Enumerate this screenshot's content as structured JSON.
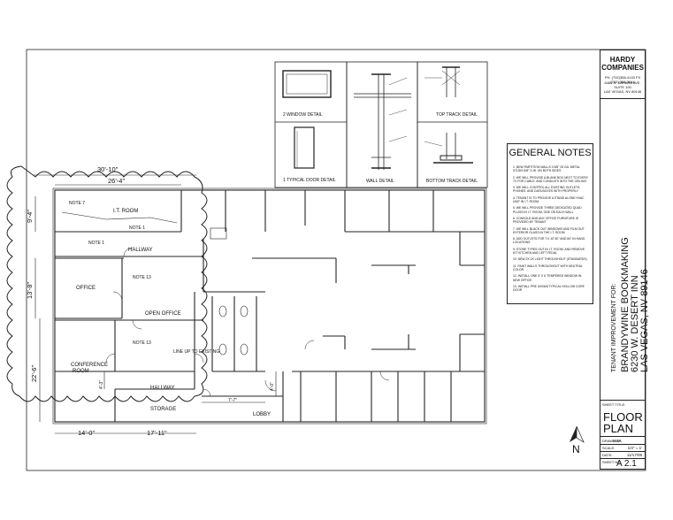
{
  "title_block": {
    "company": "HARDY COMPANIES",
    "address_lines": [
      "PH. (702)368-4143 FX (702) 368-3044",
      "6465 N. SAHARA AVE.",
      "SUITE 100",
      "LAS VEGAS, NV 89146"
    ],
    "tenant_label": "TENANT IMPROVEMENT FOR:",
    "tenant_name": "BRANDYWINE BOOKMAKING",
    "tenant_street": "6230 W. DESERT INN",
    "tenant_city": "LAS VEGAS, NV 89146",
    "sheet_title_label": "SHEET TITLE:",
    "sheet_title_line1": "FLOOR",
    "sheet_title_line2": "PLAN",
    "drawn_by_label": "DRAWN BY:",
    "drawn_by": "M.M.",
    "scale_label": "SCALE:",
    "scale": "1/4\" = 1'",
    "date_label": "DATE:",
    "date": "11/17/08",
    "sheet_no_label": "SHEET NO.",
    "sheet_no": "A 2.1"
  },
  "general_notes": {
    "title": "GENERAL NOTES",
    "items": [
      "1. NEW PARTITION WALLS 3 5/8\" 25 GA. METAL STUDS 5/8\" G.W. ON BOTH SIDES",
      "2. WE WILL PROVIDE A BLANK BOX NEXT TO EVERY TV FOR CABLE, AND CONDUITS INTO THE CEILING",
      "3. WE WILL CONTROL ALL EXISTING OUTLETS, PHONES, AND DATA BOXES WITH PROPERLY",
      "4. TENANT IS TO PROVIDE A STAND ALONE HVAC UNIT IN I.T. ROOM",
      "5. WE WILL PROVIDE THREE DEDICATED QUAD PLUGS IN I.T. ROOM, ONE ON EACH WALL",
      "6. CONSOLE AND ANY OFFICE FURNITURE IS PROVIDED BY TENANT",
      "7. WE WILL BLACK OUT WINDOWS AND FILM OUT EXTERIOR GLASS IN THE I.T. ROOM",
      "8. ADD OUTLETS FOR T.V. AT 60\" AND 84\" IN HANG LOCATIONS",
      "9. STORE TYPES OUT IN I.T. ROOM, AND REMOVE KIT KITCHEN AND LEFT FEDAL",
      "10. NEW 2X 2X LIGHT THROUGHOUT (STANDARDS)",
      "11. PAINT WALLS THROUGHOUT WITH NEUTRAL COLOR",
      "12. INSTALL ONE 5' X 6' TEMPERED WINDOW IN NEW OFFICE",
      "13. INSTALL PRE 3/0X6/8 TYPICAL HOLLOW CORE DOOR"
    ]
  },
  "details": {
    "window": "WINDOW DETAIL",
    "door": "TYPICAL DOOR DETAIL",
    "wall": "WALL DETAIL",
    "top_track": "TOP TRACK DETAIL",
    "bottom_track": "BOTTOM TRACK DETAIL",
    "window_num": "2",
    "door_num": "1"
  },
  "plan": {
    "rooms": {
      "it_room": "I.T. ROOM",
      "hallway_top": "HALLWAY",
      "office": "OFFICE",
      "open_office": "OPEN OFFICE",
      "conference": "CONFERENCE",
      "conference2": "ROOM",
      "hallway_bottom": "HALLWAY",
      "storage": "STORAGE",
      "lobby": "LOBBY"
    },
    "dimensions": {
      "overall_width": "30'-10\"",
      "it_width": "26'-4\"",
      "it_height": "9'-4\"",
      "office_height": "13'-8\"",
      "conference_height": "22'-6\"",
      "hall_height": "4'-3\"",
      "conference_width": "14'-0\"",
      "storage_width": "17'-11\"",
      "lobby_width": "7'-7\"",
      "lobby_height": "4'-0\""
    },
    "notes": {
      "n1": "NOTE 7",
      "n2": "NOTE 1",
      "n3": "NOTE 13",
      "n4": "NOTE 13",
      "n5": "NOTE 1",
      "n6": "LINE UP TO EXISTING"
    }
  },
  "north": "N"
}
